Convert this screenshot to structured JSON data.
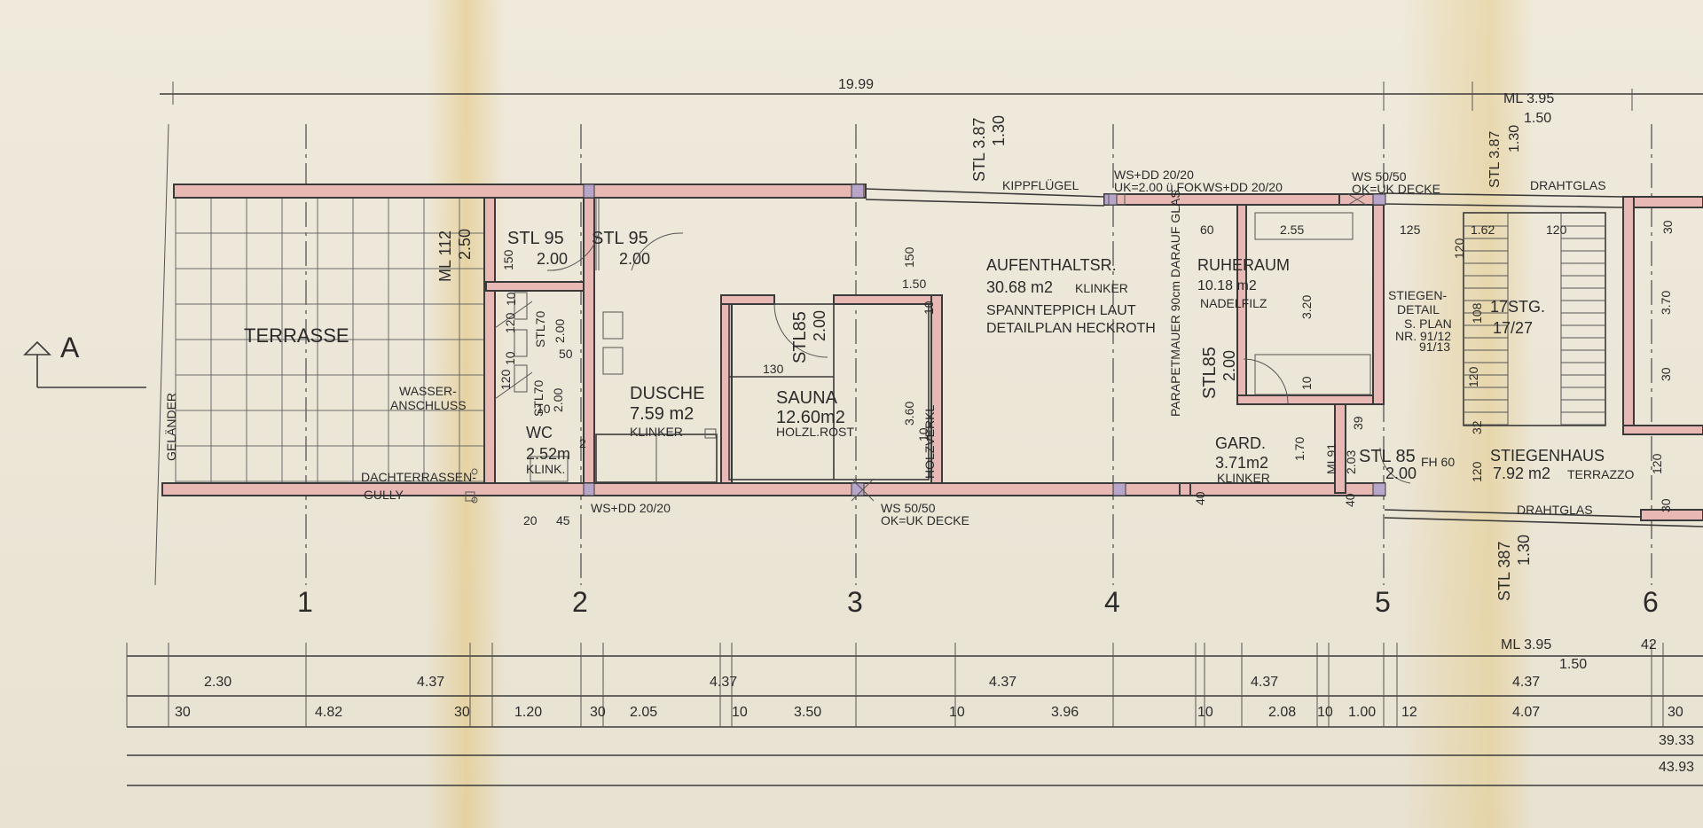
{
  "section_marker": "A",
  "top_dims": {
    "overall": "19.99",
    "ml_top": "ML 3.95",
    "ml_top_sub": "1.50",
    "stl_top_1": "STL 3.87",
    "stl_top_1_sub": "1.30",
    "stl_top_2": "STL 3.87",
    "stl_top_2_sub": "1.30"
  },
  "wall_notes": {
    "kippfluegel": "KIPPFLÜGEL",
    "ws_dd_top_1": "WS+DD 20/20",
    "uk_foek": "UK=2.00 ü.FOK",
    "ws_dd_top_2": "WS+DD 20/20",
    "ws_5050_top": "WS 50/50",
    "ok_uk_top": "OK=UK DECKE",
    "drahtglas_top": "DRAHTGLAS",
    "drahtglas_bottom": "DRAHTGLAS",
    "ws_dd_bottom": "WS+DD 20/20",
    "ws_5050_bottom": "WS 50/50",
    "ok_uk_bottom": "OK=UK DECKE",
    "parapetmauer": "PARAPETMAUER 90cm DARAUF GLAS",
    "holzverkl": "HOLZVERKL",
    "gelaender": "GELÄNDER",
    "dachterrassen": "DACHTERRASSEN-",
    "gully": "GULLY",
    "wasser": "WASSER-",
    "anschluss": "ANSCHLUSS"
  },
  "rooms": {
    "terrasse": {
      "name": "TERRASSE"
    },
    "wc": {
      "name": "WC",
      "area": "2.52m",
      "sup": "2",
      "floor": "KLINK."
    },
    "dusche": {
      "name": "DUSCHE",
      "area": "7.59 m2",
      "floor": "KLINKER"
    },
    "sauna": {
      "name": "SAUNA",
      "area": "12.60m2",
      "floor": "HOLZL.ROST"
    },
    "aufenthalt": {
      "name": "AUFENTHALTSR.",
      "area": "30.68 m2",
      "floor": "KLINKER",
      "line1": "SPANNTEPPICH LAUT",
      "line2": "DETAILPLAN HECKROTH"
    },
    "ruheraum": {
      "name": "RUHERAUM",
      "area": "10.18 m2",
      "floor": "NADELFILZ"
    },
    "gard": {
      "name": "GARD.",
      "area": "3.71m2",
      "floor": "KLINKER"
    },
    "stiegenhaus": {
      "name": "STIEGENHAUS",
      "area": "7.92 m2",
      "floor": "TERRAZZO"
    },
    "stiegen": {
      "count": "17STG.",
      "ratio": "17/27",
      "d1": "STIEGEN-",
      "d2": "DETAIL",
      "d3": "S. PLAN",
      "d4": "NR. 91/12",
      "d5": "91/13"
    }
  },
  "openings": {
    "stl95_a": "STL 95",
    "stl95_a_h": "2.00",
    "stl95_b": "STL 95",
    "stl95_b_h": "2.00",
    "stl85_sauna": "STL85",
    "stl85_sauna_h": "2.00",
    "stl85_ruhe": "STL85",
    "stl85_ruhe_h": "2.00",
    "stl85_gard": "STL 85",
    "stl85_gard_h": "2.00",
    "fh60": "FH 60",
    "stl70_a": "STL70",
    "stl70_a_h": "2.00",
    "stl70_b": "STL70",
    "stl70_b_h": "2.00",
    "ml112": "ML 112",
    "ml112_h": "2.50",
    "ml91": "ML91",
    "ml91_h": "2.03",
    "stl387_bottom": "STL 387",
    "stl387_bottom_h": "1.30",
    "stl387_right": "STL 387",
    "stl387_right_h": "1.30"
  },
  "inner_dims": [
    "150",
    "150",
    "1.50",
    "120",
    "10",
    "10",
    "50",
    "120",
    "10",
    "10",
    "130",
    "3.60",
    "10",
    "3.20",
    "10",
    "1.70",
    "39",
    "40",
    "40",
    "60",
    "2.55",
    "125",
    "1.62",
    "120",
    "120",
    "108",
    "120",
    "32",
    "120",
    "30",
    "3.70",
    "30",
    "120",
    "30",
    "20",
    "45"
  ],
  "axes": [
    "1",
    "2",
    "3",
    "4",
    "5",
    "6"
  ],
  "dim_rows": {
    "row1": [
      "2.30",
      "4.37",
      "4.37",
      "4.37",
      "4.37",
      "4.37"
    ],
    "row2": [
      "30",
      "4.82",
      "30",
      "1.20",
      "30",
      "2.05",
      "10",
      "3.50",
      "10",
      "3.96",
      "10",
      "2.08",
      "10",
      "1.00",
      "12",
      "4.07",
      "30"
    ],
    "ml_bottom": "ML 3.95",
    "ml_bottom_sub": "1.50",
    "ml_bottom_42": "42",
    "total1": "39.33",
    "total2": "43.93"
  }
}
